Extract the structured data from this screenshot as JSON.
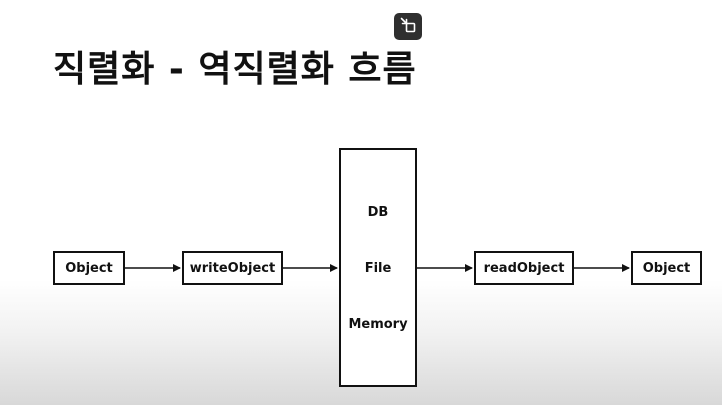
{
  "slide": {
    "title": "직렬화 - 역직렬화 흐름"
  },
  "controls": {
    "pip_icon": "picture-in-picture-exit-icon"
  },
  "diagram": {
    "source_object": "Object",
    "write_method": "writeObject",
    "storage": [
      "DB",
      "File",
      "Memory"
    ],
    "read_method": "readObject",
    "target_object": "Object"
  },
  "colors": {
    "stroke": "#111111",
    "button_bg": "#2f2f2f"
  }
}
